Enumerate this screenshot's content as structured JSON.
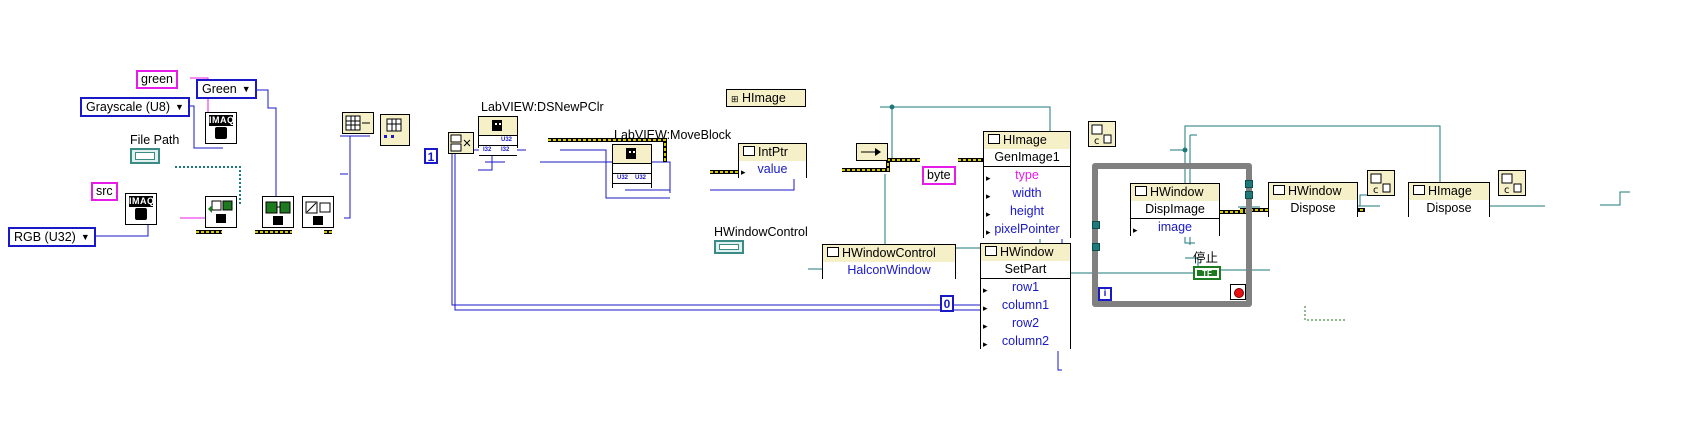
{
  "constants": {
    "green_str": "green",
    "src_str": "src",
    "byte_str": "byte",
    "grayscale_enum": "Grayscale (U8)",
    "green_enum": "Green",
    "rgb_enum": "RGB (U32)",
    "one_num": "1",
    "zero_num": "0"
  },
  "labels": {
    "file_path": "File Path",
    "dsnewpclr": "LabVIEW:DSNewPClr",
    "moveblock": "LabVIEW:MoveBlock",
    "hwindowcontrol": "HWindowControl",
    "stop_label": "停止"
  },
  "nodes": {
    "himage_ref": "HImage",
    "intptr": {
      "title": "IntPtr",
      "param": "value"
    },
    "genimage": {
      "title": "HImage",
      "method": "GenImage1",
      "params": [
        "type",
        "width",
        "height",
        "pixelPointer"
      ]
    },
    "hwc_prop": {
      "title": "HWindowControl",
      "param": "HalconWindow"
    },
    "setpart": {
      "title": "HWindow",
      "method": "SetPart",
      "params": [
        "row1",
        "column1",
        "row2",
        "column2"
      ]
    },
    "dispimage": {
      "title": "HWindow",
      "method": "DispImage",
      "param": "image"
    },
    "dispose_window": {
      "title": "HWindow",
      "method": "Dispose"
    },
    "dispose_image": {
      "title": "HImage",
      "method": "Dispose"
    }
  },
  "icons": {
    "imaq_top": "IMAQ",
    "imaq_left": "IMAQ",
    "cfn_tag_a": "I32",
    "cfn_tag_b": "U32",
    "cfn_tag_c": "U32",
    "cfn_tag_d": "U32",
    "iteration": "i",
    "tf": "TF"
  },
  "colors": {
    "image_wire": "#d8c800",
    "ref_wire": "#1e7a7a",
    "int_wire": "#1919c8",
    "string_wire": "#e81ce8",
    "path_wire": "#1e7a7a",
    "bool_wire": "#1e7a1e",
    "while_border": "#808080"
  }
}
